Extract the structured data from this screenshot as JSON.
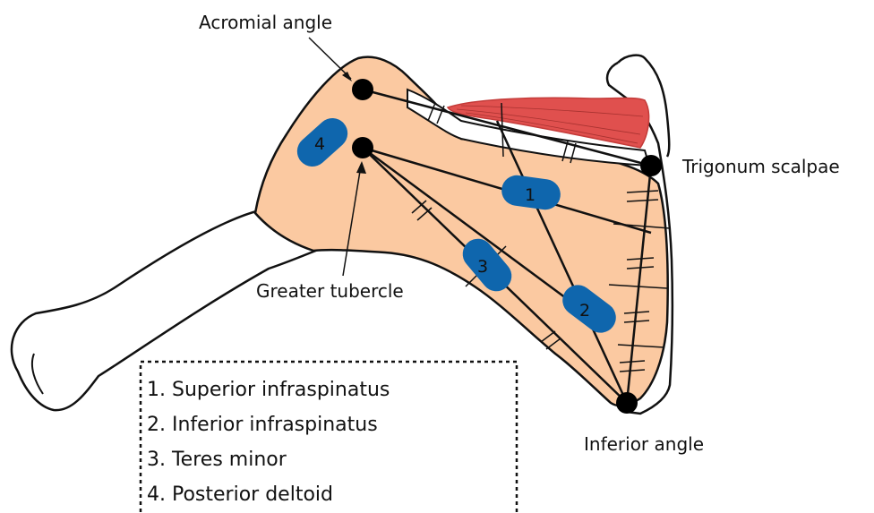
{
  "labels": {
    "acromial_angle": "Acromial angle",
    "greater_tubercle": "Greater tubercle",
    "trigonum_scalpae": "Trigonum scalpae",
    "inferior_angle": "Inferior angle"
  },
  "markers": {
    "m1": "1",
    "m2": "2",
    "m3": "3",
    "m4": "4"
  },
  "legend": {
    "item1": "1. Superior infraspinatus",
    "item2": "2. Inferior infraspinatus",
    "item3": "3. Teres minor",
    "item4": "4. Posterior deltoid"
  },
  "colors": {
    "bone_fill": "#fbc9a1",
    "marker_blue": "#0f66ad",
    "muscle_red": "#e0504e",
    "outline": "#111111"
  }
}
